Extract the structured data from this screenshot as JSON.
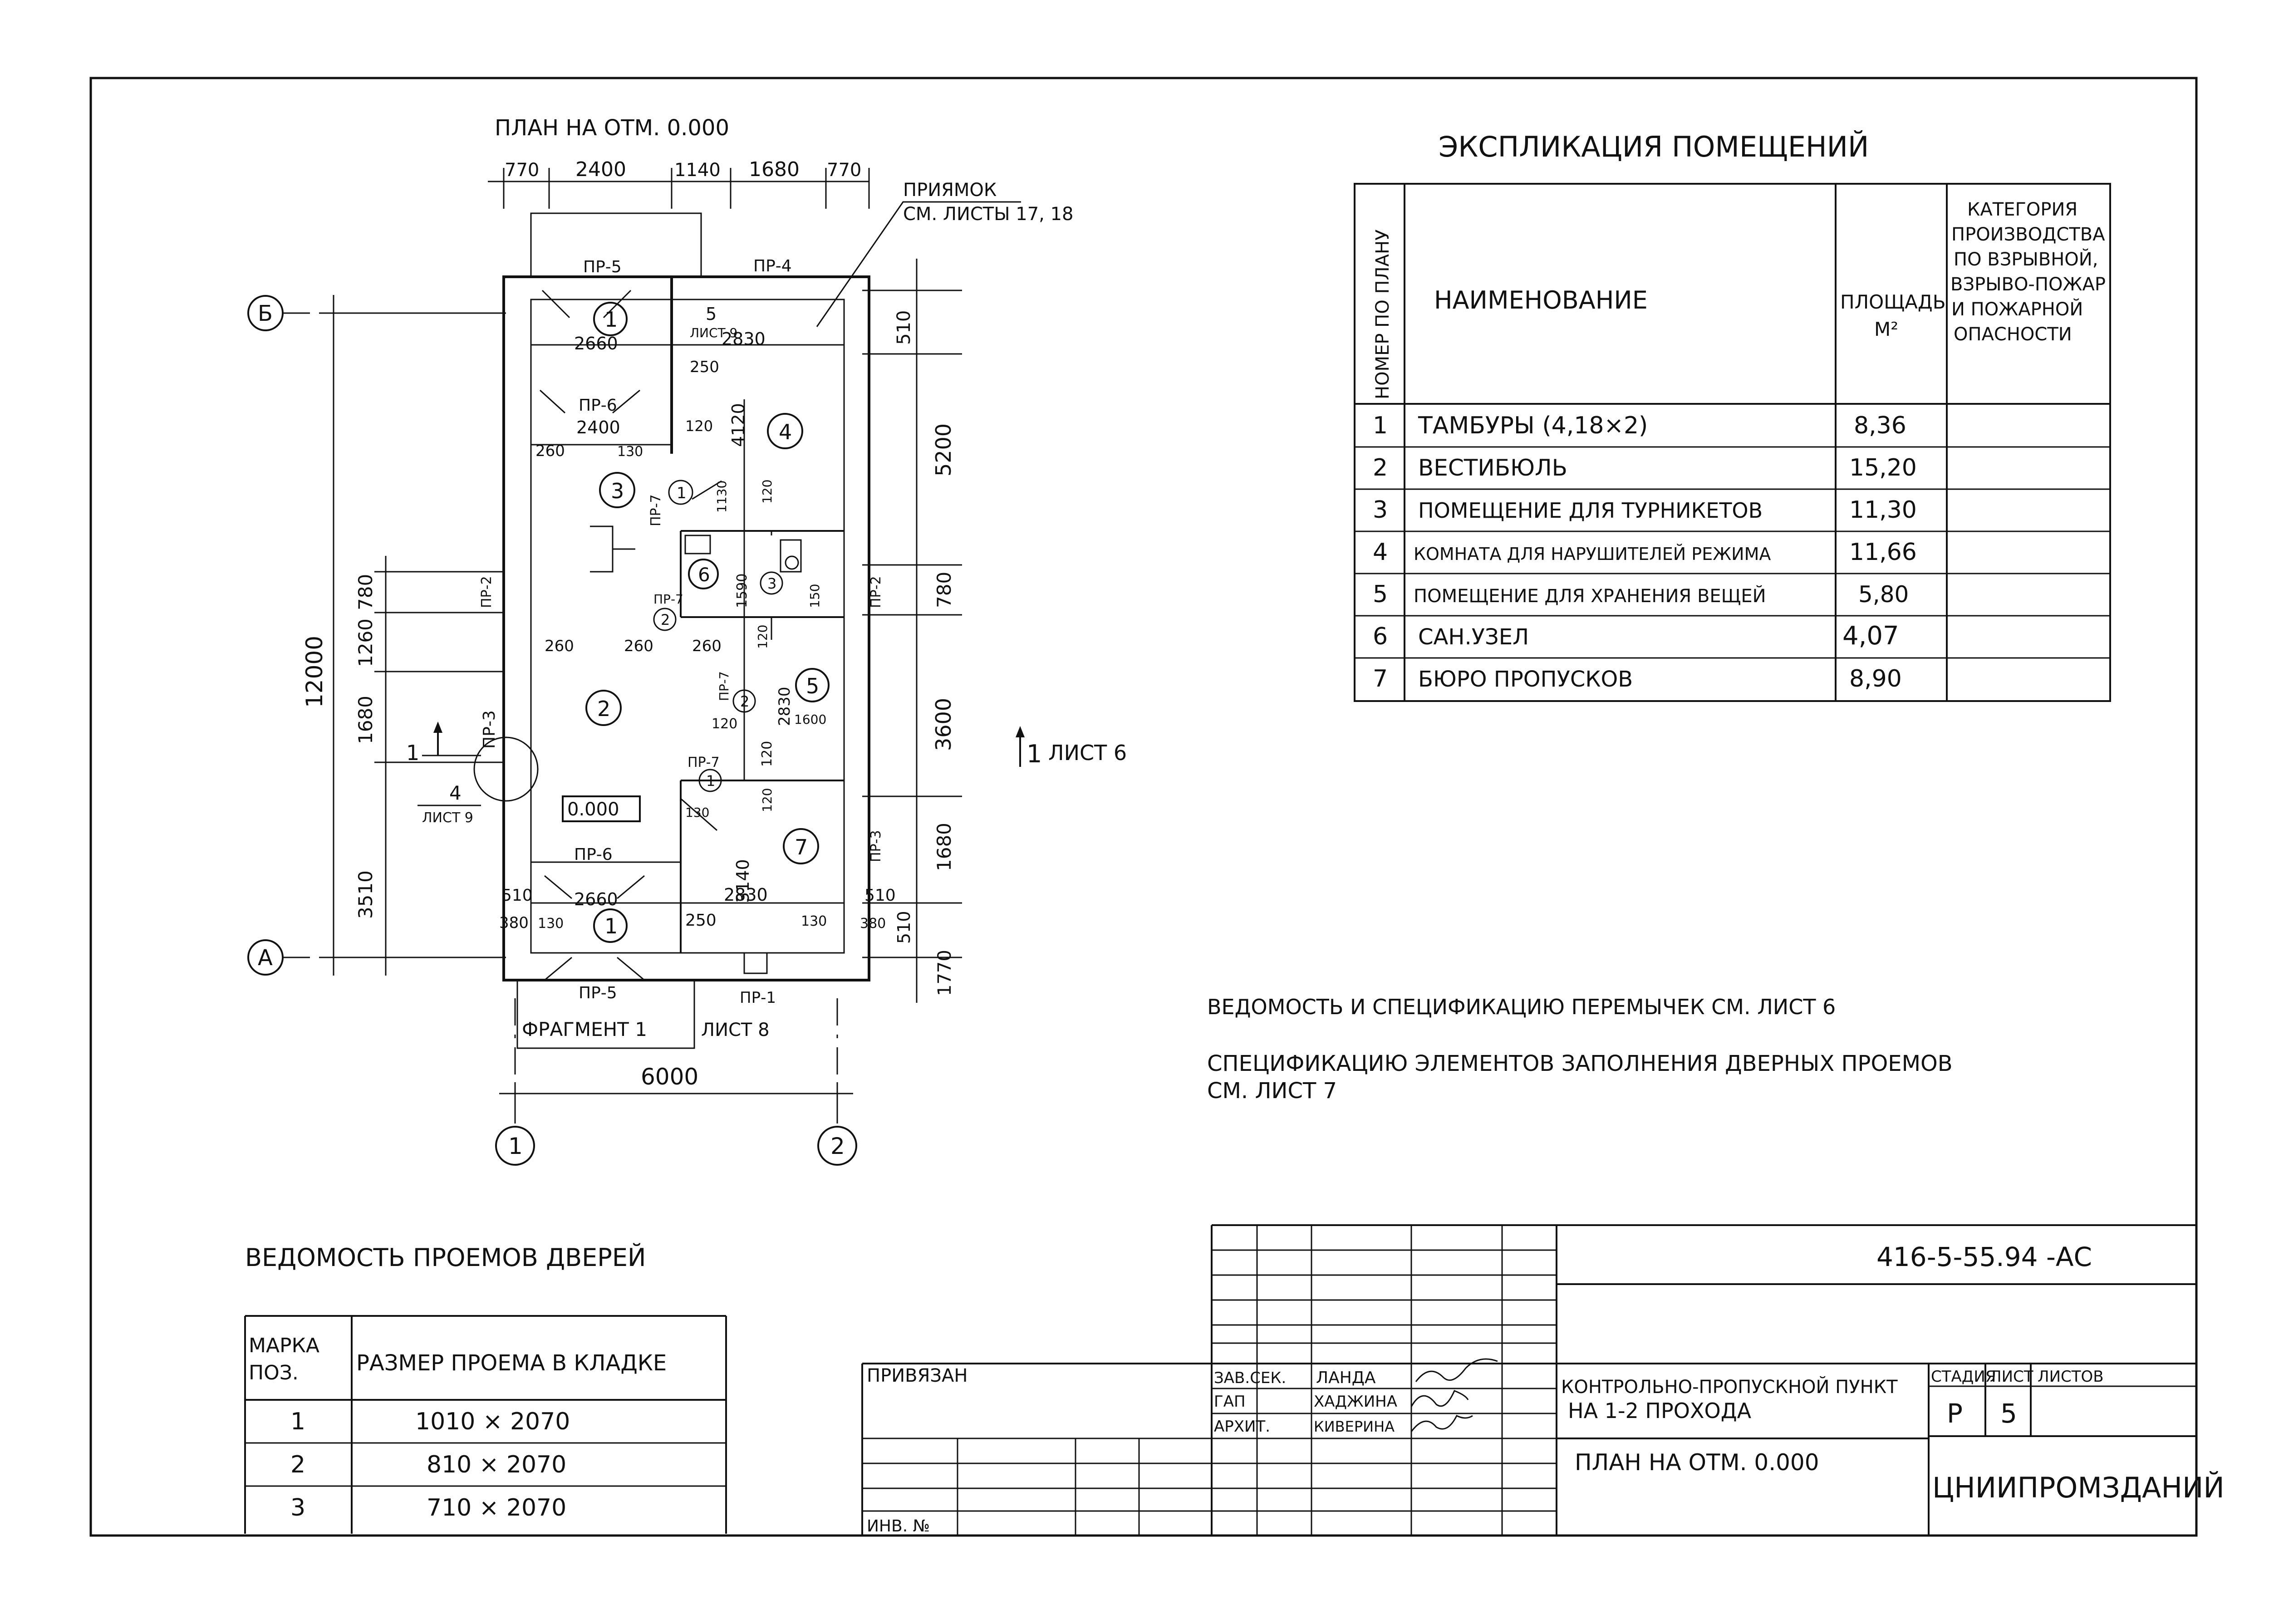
{
  "plan": {
    "title": "ПЛАН НА ОТМ. 0.000",
    "top_dims": [
      "770",
      "2400",
      "1140",
      "1680",
      "770"
    ],
    "bottom_dim": "6000",
    "left_dims": [
      "12000",
      "780",
      "1260",
      "1680",
      "3510"
    ],
    "right_dims": [
      "510",
      "5200",
      "780",
      "3600",
      "1680",
      "510",
      "1770"
    ],
    "axes": {
      "b": "Б",
      "a": "А",
      "one": "1",
      "two": "2"
    },
    "pit_note_1": "ПРИЯМОК",
    "pit_note_2": "СМ. ЛИСТЫ 17, 18",
    "section_label": "1",
    "section_ref": "ЛИСТ 6",
    "section_mark_left": "1",
    "fragment": "ФРАГМЕНТ 1",
    "fragment_sheet": "ЛИСТ 8",
    "node_num": "4",
    "node_sheet": "ЛИСТ 9",
    "node5_num": "5",
    "node5_sheet": "ЛИСТ 9",
    "level_mark": "0.000",
    "lintels": [
      "ПР-5",
      "ПР-4",
      "ПР-6",
      "ПР-7",
      "ПР-2",
      "ПР-3",
      "ПР-1"
    ],
    "inner_dims": [
      "2660",
      "2830",
      "250",
      "2400",
      "4120",
      "120",
      "260",
      "130",
      "1130",
      "1590",
      "150",
      "2830",
      "1600",
      "3140",
      "380"
    ],
    "rooms": [
      "1",
      "2",
      "3",
      "4",
      "5",
      "6",
      "7"
    ],
    "doors": [
      "1",
      "2",
      "3"
    ]
  },
  "explication": {
    "title": "ЭКСПЛИКАЦИЯ ПОМЕЩЕНИЙ",
    "headers": {
      "num": "НОМЕР ПО ПЛАНУ",
      "name": "НАИМЕНОВАНИЕ",
      "area_1": "ПЛОЩАДЬ",
      "area_2": "М²",
      "cat": [
        "КАТЕГОРИЯ",
        "ПРОИЗВОДСТВА",
        "ПО ВЗРЫВНОЙ,",
        "ВЗРЫВО-ПОЖАР",
        "И ПОЖАРНОЙ",
        "ОПАСНОСТИ"
      ]
    },
    "rows": [
      {
        "num": "1",
        "name": "ТАМБУРЫ (4,18×2)",
        "area": "8,36"
      },
      {
        "num": "2",
        "name": "ВЕСТИБЮЛЬ",
        "area": "15,20"
      },
      {
        "num": "3",
        "name": "ПОМЕЩЕНИЕ ДЛЯ ТУРНИКЕТОВ",
        "area": "11,30"
      },
      {
        "num": "4",
        "name": "КОМНАТА ДЛЯ НАРУШИТЕЛЕЙ РЕЖИМА",
        "area": "11,66"
      },
      {
        "num": "5",
        "name": "ПОМЕЩЕНИЕ ДЛЯ ХРАНЕНИЯ ВЕЩЕЙ",
        "area": "5,80"
      },
      {
        "num": "6",
        "name": "САН.УЗЕЛ",
        "area": "4,07"
      },
      {
        "num": "7",
        "name": "БЮРО ПРОПУСКОВ",
        "area": "8,90"
      }
    ]
  },
  "notes": {
    "lintels": "ВЕДОМОСТЬ И СПЕЦИФИКАЦИЮ ПЕРЕМЫЧЕК СМ. ЛИСТ 6",
    "doors_1": "СПЕЦИФИКАЦИЮ ЭЛЕМЕНТОВ ЗАПОЛНЕНИЯ ДВЕРНЫХ ПРОЕМОВ",
    "doors_2": "СМ. ЛИСТ 7"
  },
  "door_schedule": {
    "title": "ВЕДОМОСТЬ ПРОЕМОВ ДВЕРЕЙ",
    "header_mark_1": "МАРКА",
    "header_mark_2": "ПОЗ.",
    "header_size": "РАЗМЕР ПРОЕМА В КЛАДКЕ",
    "rows": [
      {
        "mark": "1",
        "size": "1010 × 2070"
      },
      {
        "mark": "2",
        "size": "810 × 2070"
      },
      {
        "mark": "3",
        "size": "710 × 2070"
      }
    ]
  },
  "stamp": {
    "code": "416-5-55.94 -АС",
    "bound": "ПРИВЯЗАН",
    "inv": "ИНВ. №",
    "roles": [
      "ЗАВ.СЕК.",
      "ГАП",
      "АРХИТ."
    ],
    "names": [
      "ЛАНДА",
      "ХАДЖИНА",
      "КИВЕРИНА"
    ],
    "project_1": "КОНТРОЛЬНО-ПРОПУСКНОЙ ПУНКТ",
    "project_2": "НА 1-2 ПРОХОДА",
    "sheet_title": "ПЛАН НА ОТМ. 0.000",
    "stage_label": "СТАДИЯ",
    "sheet_label": "ЛИСТ",
    "sheets_label": "ЛИСТОВ",
    "stage": "Р",
    "sheet": "5",
    "org": "ЦНИИПРОМЗДАНИЙ"
  }
}
